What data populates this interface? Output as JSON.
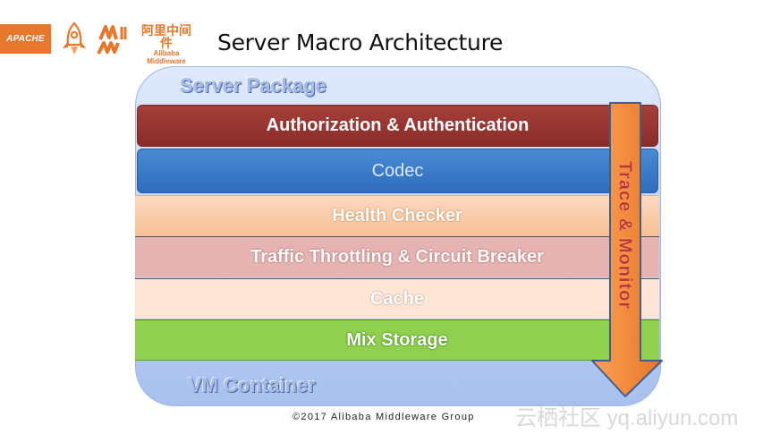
{
  "header": {
    "apache_logo_text": "APACHE",
    "alibaba_logo_cn": "阿里中间件",
    "alibaba_logo_en_1": "Alibaba",
    "alibaba_logo_en_2": "Middleware",
    "title": "Server Macro Architecture"
  },
  "diagram": {
    "outer_label": "Server Package",
    "bottom_label": "VM Container",
    "layers": [
      {
        "label": "Authorization & Authentication",
        "color": "#963531"
      },
      {
        "label": "Codec",
        "color": "#3a78c6"
      },
      {
        "label": "Health Checker",
        "color": "#f9cca9"
      },
      {
        "label": "Traffic Throttling & Circuit Breaker",
        "color": "#e5b4b2"
      },
      {
        "label": "Cache",
        "color": "#fde6d6"
      },
      {
        "label": "Mix Storage",
        "color": "#8fd04e"
      }
    ],
    "side_arrow_label": "Trace & Monitor",
    "side_arrow_color": "#f28a3c"
  },
  "footer": {
    "copyright": "©2017 Alibaba Middleware Group",
    "watermark": "云栖社区 yq.aliyun.com"
  }
}
